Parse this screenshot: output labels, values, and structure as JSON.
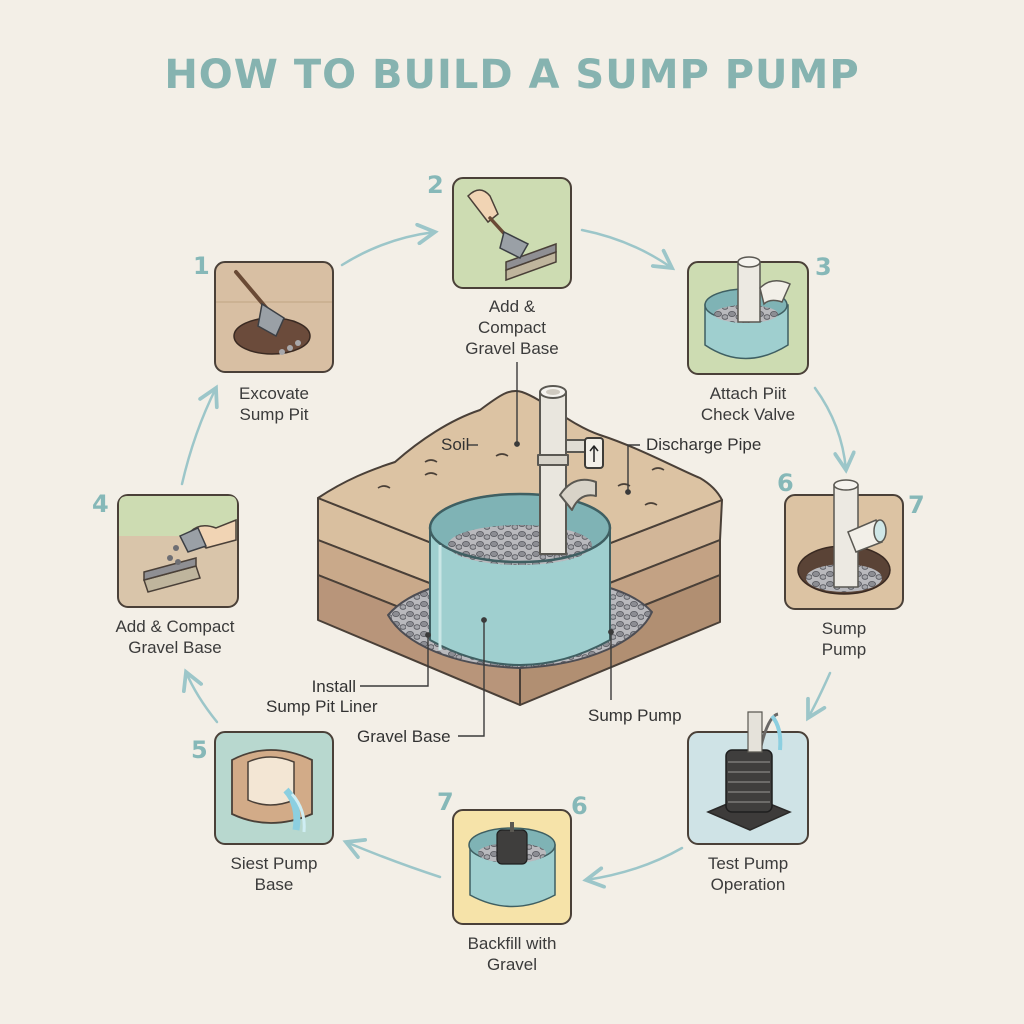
{
  "title": "HOW TO BUILD A SUMP PUMP",
  "steps": [
    {
      "number": "1",
      "lines": [
        "Excovate",
        "Sump Pit"
      ]
    },
    {
      "number": "2",
      "lines": [
        "Add &",
        "Compact",
        "Gravel Base"
      ]
    },
    {
      "number": "3",
      "lines": [
        "Attach Piit",
        "Check Valve"
      ]
    },
    {
      "number": "6",
      "number2": "7",
      "lines": [
        "Sump",
        "Pump"
      ]
    },
    {
      "lines": [
        "Test Pump",
        "Operation"
      ]
    },
    {
      "number": "7",
      "number2": "6",
      "lines": [
        "Backfill with",
        "Gravel"
      ]
    },
    {
      "number": "5",
      "lines": [
        "Siest Pump",
        "Base"
      ]
    },
    {
      "number": "4",
      "lines": [
        "Add & Compact",
        "Gravel Base"
      ]
    }
  ],
  "callouts": {
    "soil": "Soil",
    "discharge_pipe": "Discharge Pipe",
    "install_liner_line1": "Install",
    "install_liner_line2": "Sump Pit Liner",
    "gravel_base": "Gravel Base",
    "sump_pump": "Sump Pump"
  },
  "colors": {
    "title": "#86b3b0",
    "step_number": "#86b8b8",
    "arrow": "#9cc6c9",
    "liner": "#9fcfcf",
    "soil": "#d2b596",
    "background": "#f3efe7"
  }
}
